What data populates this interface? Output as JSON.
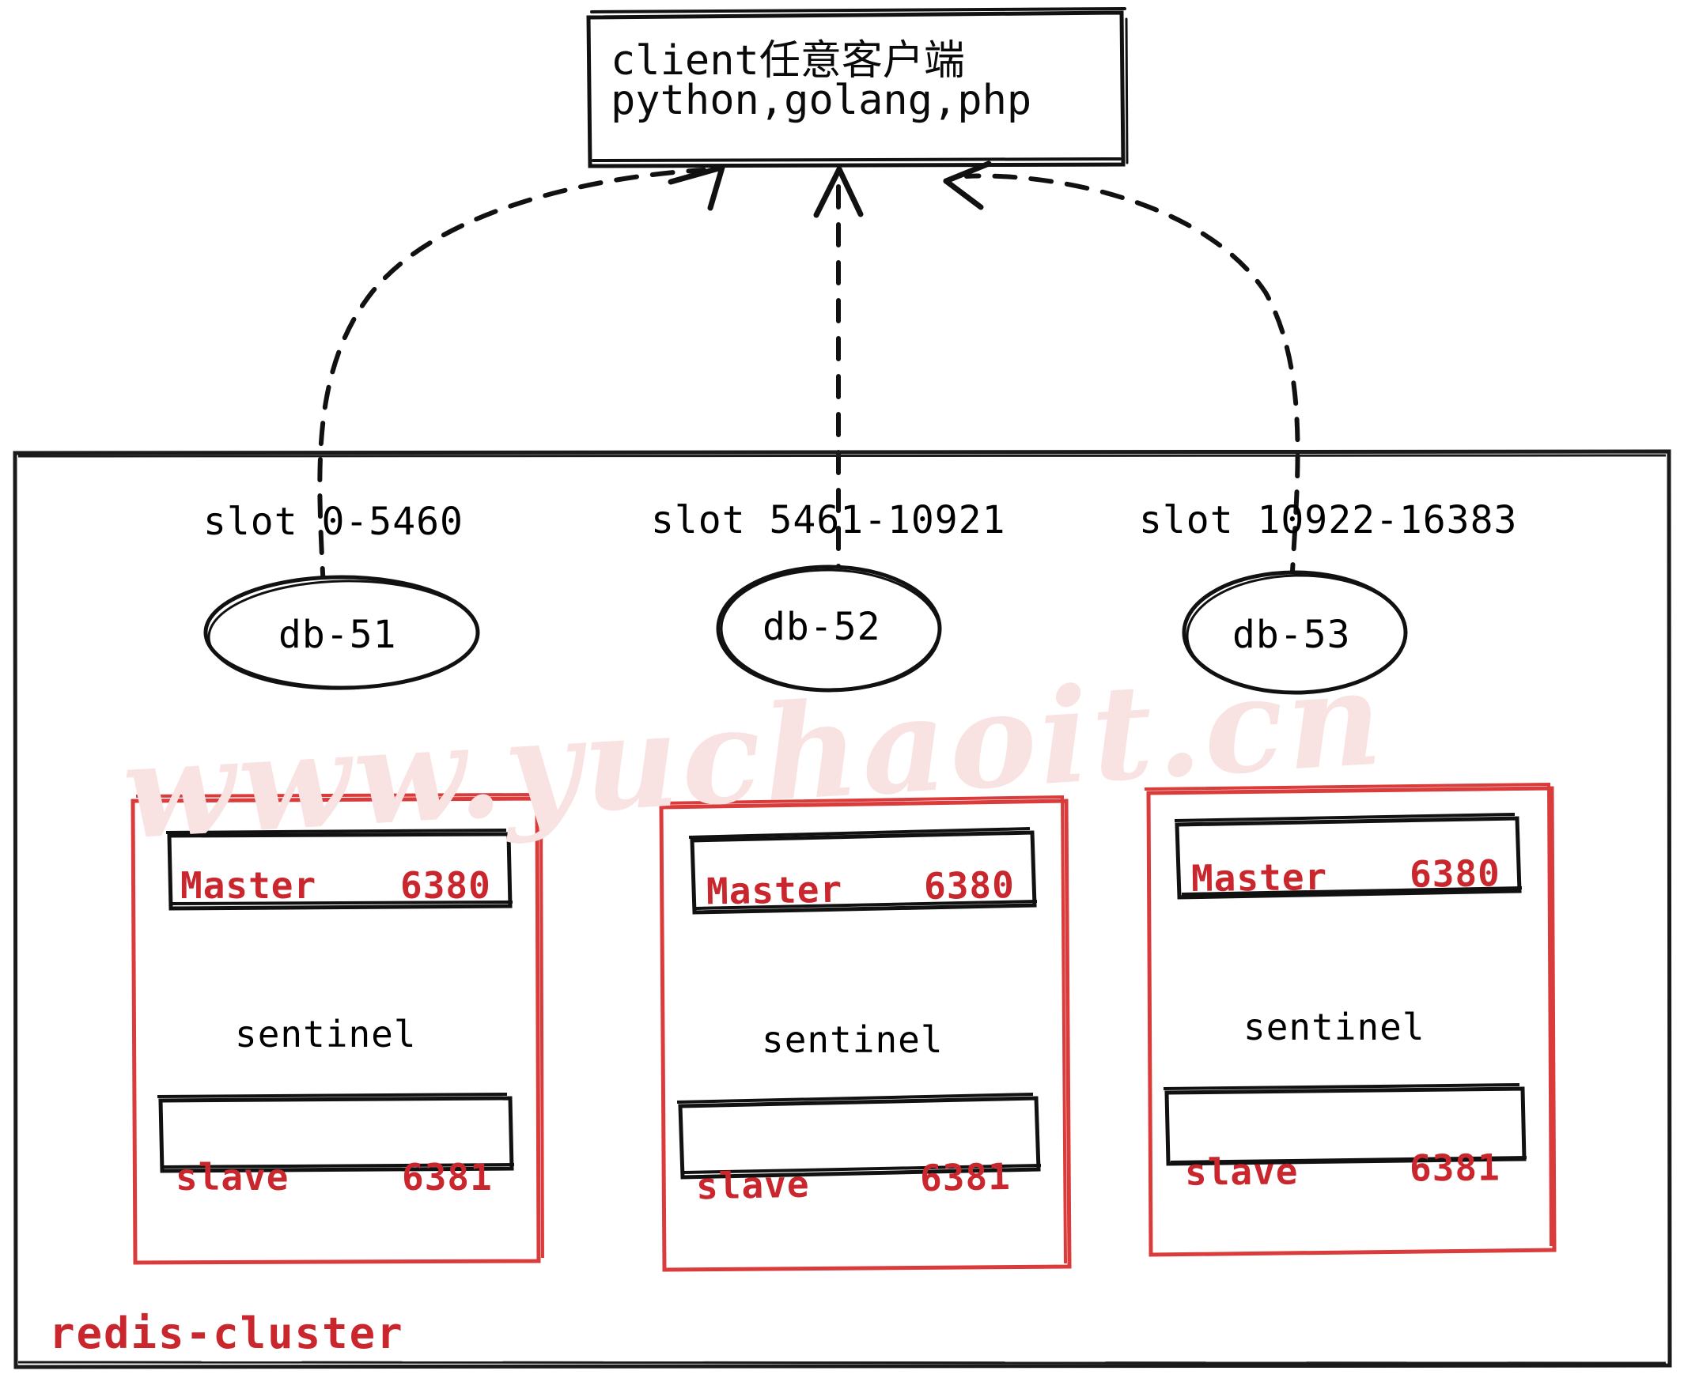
{
  "diagram": {
    "title": "redis-cluster",
    "caption": "redis-cluster",
    "watermark": "www.yuchaoit.cn",
    "colors": {
      "ink": "#000000",
      "accent_red": "#c9272d",
      "watermark_pink": "#f9e2e2",
      "background": "#ffffff"
    }
  },
  "client": {
    "line1": "client任意客户端",
    "line2": "python,golang,php"
  },
  "nodes": [
    {
      "slot_label": "slot 0-5460",
      "db_label": "db-51",
      "master_name": "Master",
      "master_port": "6380",
      "sentinel": "sentinel",
      "slave_name": "slave",
      "slave_port": "6381"
    },
    {
      "slot_label": "slot 5461-10921",
      "db_label": "db-52",
      "master_name": "Master",
      "master_port": "6380",
      "sentinel": "sentinel",
      "slave_name": "slave",
      "slave_port": "6381"
    },
    {
      "slot_label": "slot 10922-16383",
      "db_label": "db-53",
      "master_name": "Master",
      "master_port": "6380",
      "sentinel": "sentinel",
      "slave_name": "slave",
      "slave_port": "6381"
    }
  ]
}
